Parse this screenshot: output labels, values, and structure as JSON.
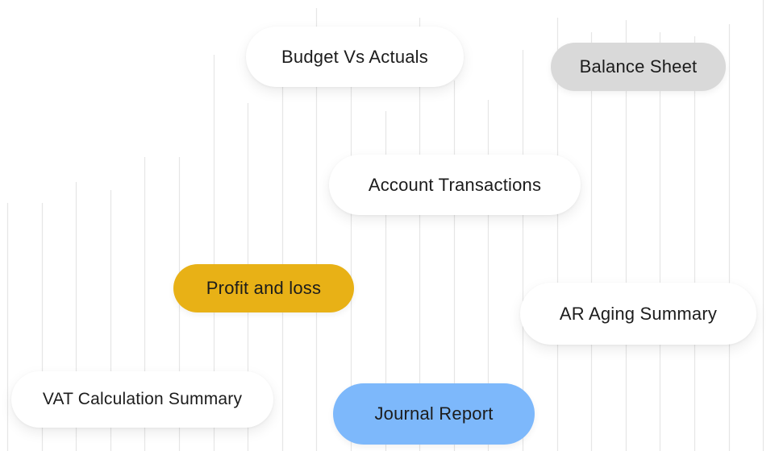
{
  "report_tags": [
    {
      "id": "budget",
      "label": "Budget Vs Actuals",
      "style": "white"
    },
    {
      "id": "balance",
      "label": "Balance Sheet",
      "style": "grey",
      "color": "#d9d9d9"
    },
    {
      "id": "account",
      "label": "Account Transactions",
      "style": "white"
    },
    {
      "id": "profit",
      "label": "Profit and loss",
      "style": "yellow",
      "color": "#e8b116"
    },
    {
      "id": "aging",
      "label": "AR Aging Summary",
      "style": "white"
    },
    {
      "id": "vat",
      "label": "VAT Calculation Summary",
      "style": "white"
    },
    {
      "id": "journal",
      "label": "Journal Report",
      "style": "blue",
      "color": "#7db8fb"
    }
  ]
}
